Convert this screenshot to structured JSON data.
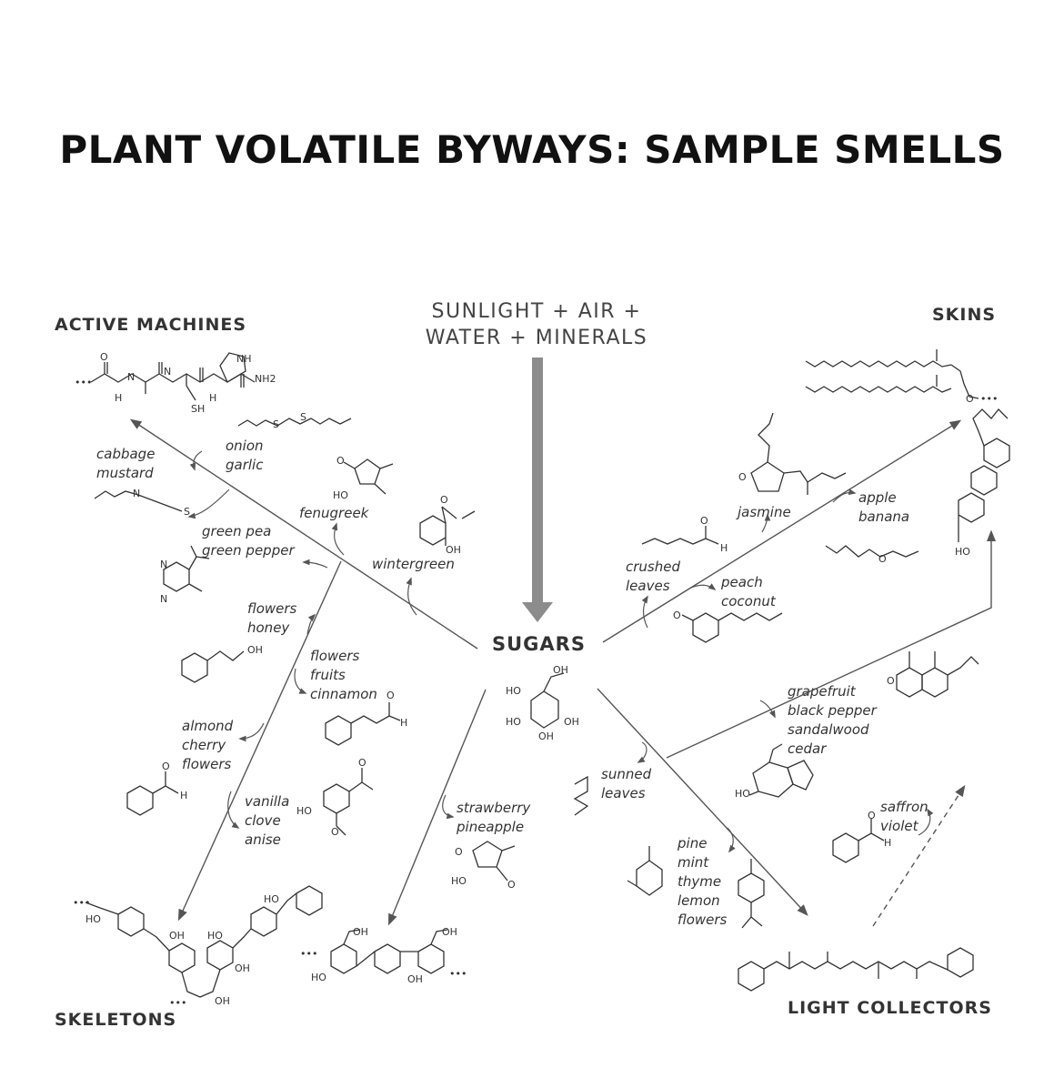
{
  "title": "PLANT VOLATILE BYWAYS: SAMPLE SMELLS",
  "source_lines": [
    "SUNLIGHT + AIR +",
    "WATER + MINERALS"
  ],
  "center": "SUGARS",
  "groups": {
    "active_machines": "ACTIVE MACHINES",
    "skins": "SKINS",
    "skeletons": "SKELETONS",
    "light_collectors": "LIGHT COLLECTORS"
  },
  "smells": {
    "cabbage": [
      "cabbage",
      "mustard"
    ],
    "onion": [
      "onion",
      "garlic"
    ],
    "fenugreek": [
      "fenugreek"
    ],
    "wintergreen": [
      "wintergreen"
    ],
    "greenpea": [
      "green pea",
      "green pepper"
    ],
    "flowers_honey": [
      "flowers",
      "honey"
    ],
    "cinnamon": [
      "flowers",
      "fruits",
      "cinnamon"
    ],
    "almond": [
      "almond",
      "cherry",
      "flowers"
    ],
    "vanilla": [
      "vanilla",
      "clove",
      "anise"
    ],
    "strawberry": [
      "strawberry",
      "pineapple"
    ],
    "jasmine": [
      "jasmine"
    ],
    "apple": [
      "apple",
      "banana"
    ],
    "crushed": [
      "crushed",
      "leaves"
    ],
    "peach": [
      "peach",
      "coconut"
    ],
    "grapefruit": [
      "grapefruit",
      "black pepper",
      "sandalwood",
      "cedar"
    ],
    "sunned": [
      "sunned",
      "leaves"
    ],
    "saffron": [
      "saffron",
      "violet"
    ],
    "pine": [
      "pine",
      "mint",
      "thyme",
      "lemon",
      "flowers"
    ]
  },
  "atoms": {
    "h": "H",
    "n": "N",
    "o": "O",
    "s": "S",
    "sh": "SH",
    "nh": "NH",
    "nh2": "NH2",
    "oh": "OH",
    "ho": "HO",
    "dots": "•••"
  },
  "colors": {
    "arrow": "#555555",
    "big_arrow": "#8c8c8c",
    "ink": "#333333"
  }
}
